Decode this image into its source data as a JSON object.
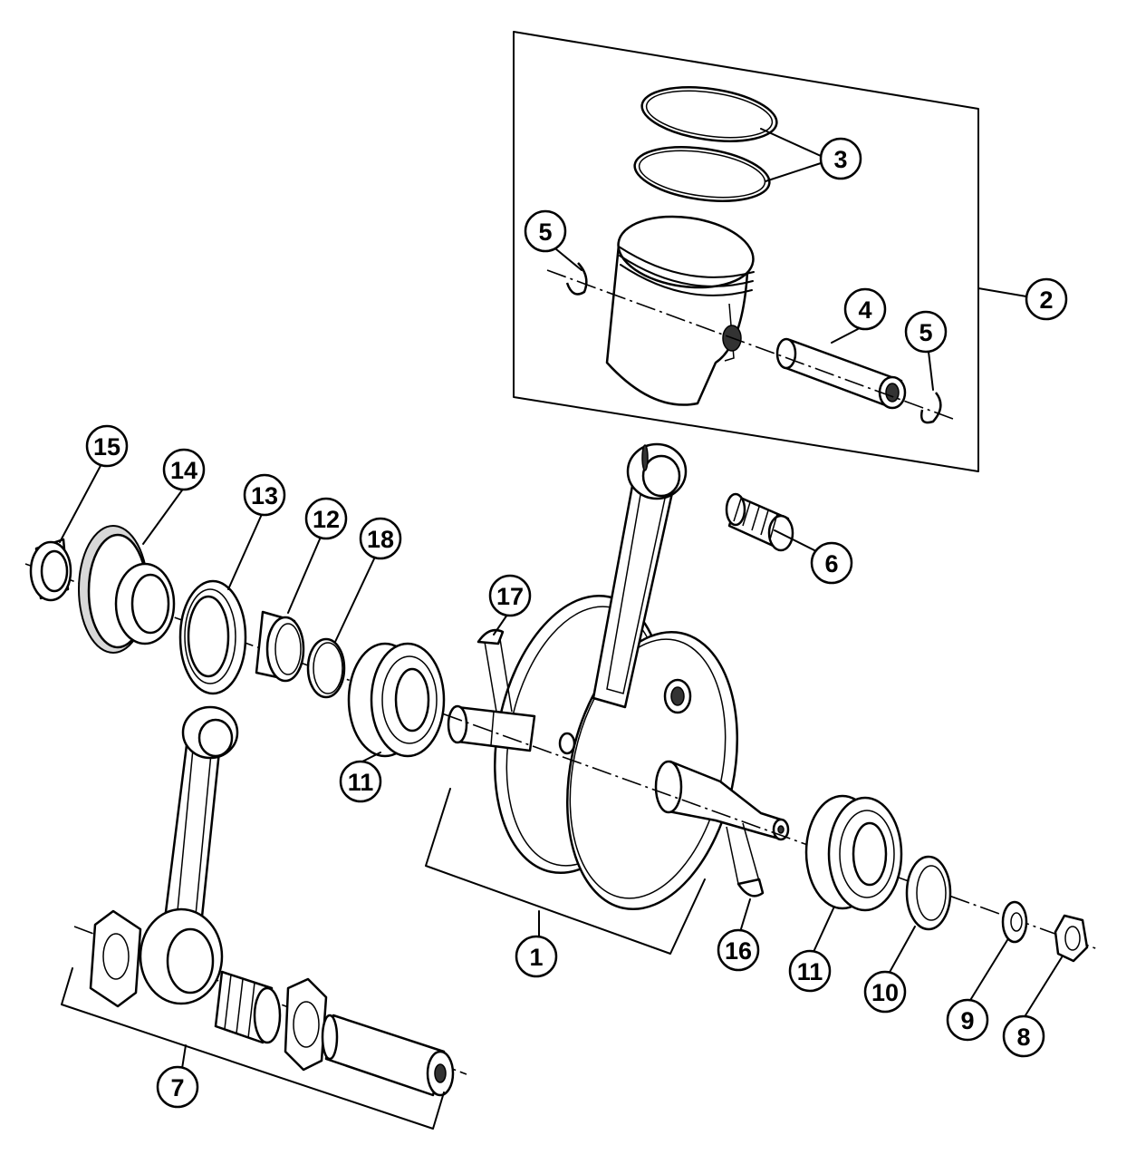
{
  "callouts": [
    {
      "id": "c1",
      "label": "1"
    },
    {
      "id": "c2",
      "label": "2"
    },
    {
      "id": "c3",
      "label": "3"
    },
    {
      "id": "c4",
      "label": "4"
    },
    {
      "id": "c5a",
      "label": "5"
    },
    {
      "id": "c5b",
      "label": "5"
    },
    {
      "id": "c6",
      "label": "6"
    },
    {
      "id": "c7",
      "label": "7"
    },
    {
      "id": "c8",
      "label": "8"
    },
    {
      "id": "c9",
      "label": "9"
    },
    {
      "id": "c10",
      "label": "10"
    },
    {
      "id": "c11a",
      "label": "11"
    },
    {
      "id": "c11b",
      "label": "11"
    },
    {
      "id": "c12",
      "label": "12"
    },
    {
      "id": "c13",
      "label": "13"
    },
    {
      "id": "c14",
      "label": "14"
    },
    {
      "id": "c15",
      "label": "15"
    },
    {
      "id": "c16",
      "label": "16"
    },
    {
      "id": "c17",
      "label": "17"
    },
    {
      "id": "c18",
      "label": "18"
    }
  ]
}
